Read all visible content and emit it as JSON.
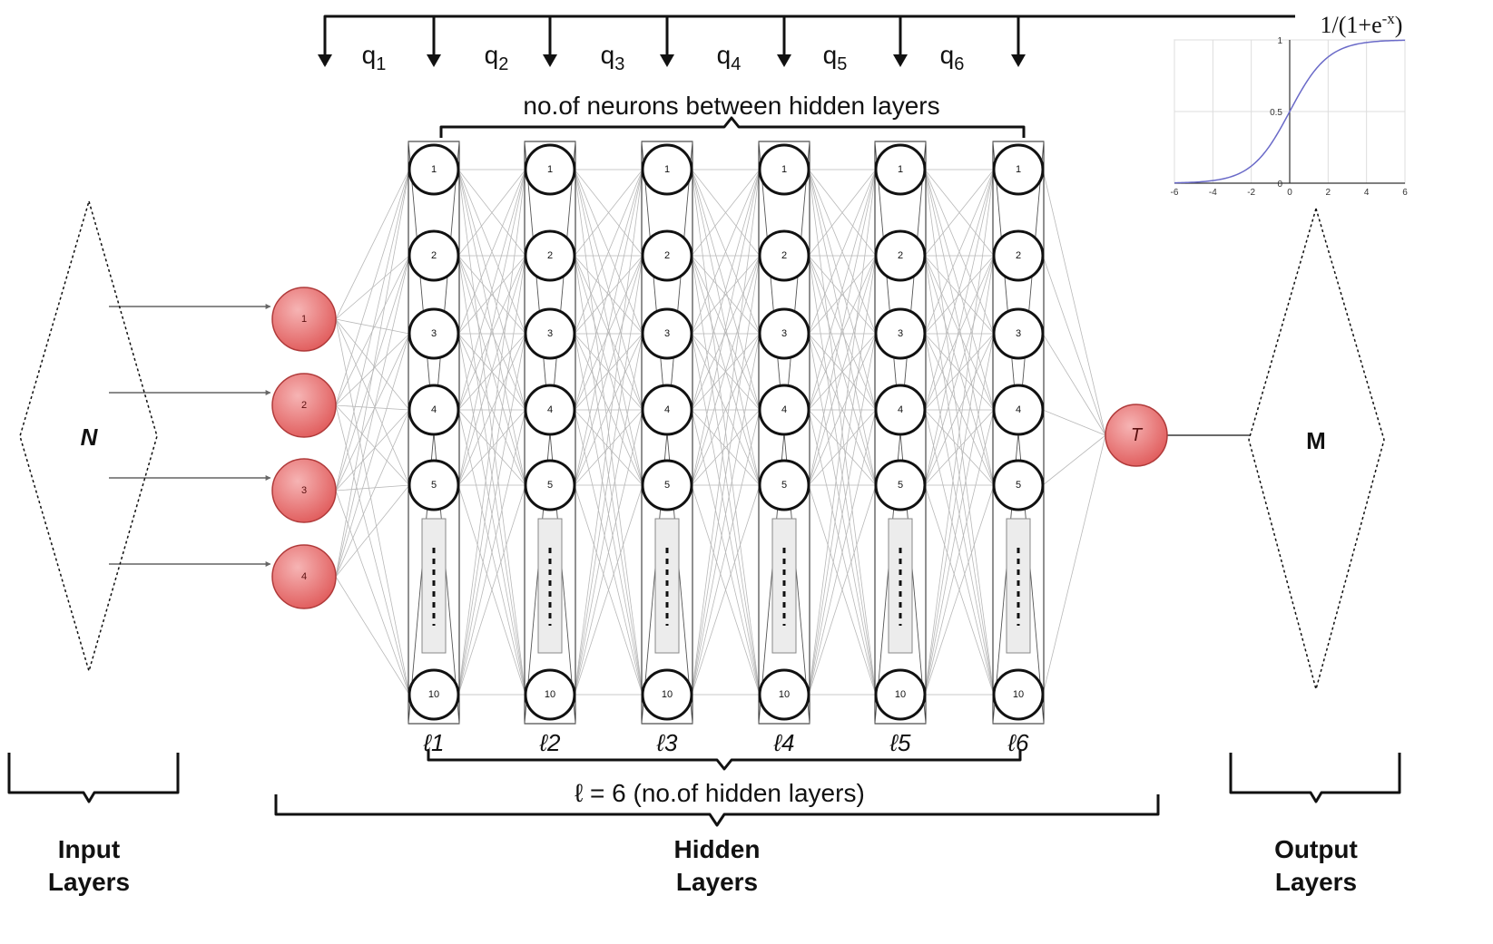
{
  "diagram": {
    "neurons_label": "no.of neurons between hidden layers",
    "hidden_count_label": "ℓ = 6 (no.of hidden layers)",
    "sigmoid_formula": "1/(1+e",
    "sigmoid_exp": "-x",
    "sigmoid_close": ")",
    "input_symbol": "N",
    "output_symbol": "M",
    "output_node_label": "T",
    "q_labels": [
      {
        "base": "q",
        "sub": "1"
      },
      {
        "base": "q",
        "sub": "2"
      },
      {
        "base": "q",
        "sub": "3"
      },
      {
        "base": "q",
        "sub": "4"
      },
      {
        "base": "q",
        "sub": "5"
      },
      {
        "base": "q",
        "sub": "6"
      }
    ],
    "input_nodes": [
      "1",
      "2",
      "3",
      "4"
    ],
    "hidden_node_labels": [
      "1",
      "2",
      "3",
      "4",
      "5",
      "10"
    ],
    "layer_names": [
      {
        "base": "ℓ",
        "num": "1"
      },
      {
        "base": "ℓ",
        "num": "2"
      },
      {
        "base": "ℓ",
        "num": "3"
      },
      {
        "base": "ℓ",
        "num": "4"
      },
      {
        "base": "ℓ",
        "num": "5"
      },
      {
        "base": "ℓ",
        "num": "6"
      }
    ],
    "bottom_labels": {
      "input": [
        "Input",
        "Layers"
      ],
      "hidden": [
        "Hidden",
        "Layers"
      ],
      "output": [
        "Output",
        "Layers"
      ]
    },
    "sigmoid_plot": {
      "x_ticks": [
        "-6",
        "-4",
        "-2",
        "0",
        "2",
        "4",
        "6"
      ],
      "y_ticks": [
        "0",
        "0.5",
        "1"
      ],
      "xlim": [
        -6,
        6
      ],
      "ylim": [
        0,
        1
      ],
      "line_color": "#6a6ac8"
    },
    "colors": {
      "input_node_fill": "#e86a6a",
      "input_node_light": "#f6b4b4"
    }
  }
}
